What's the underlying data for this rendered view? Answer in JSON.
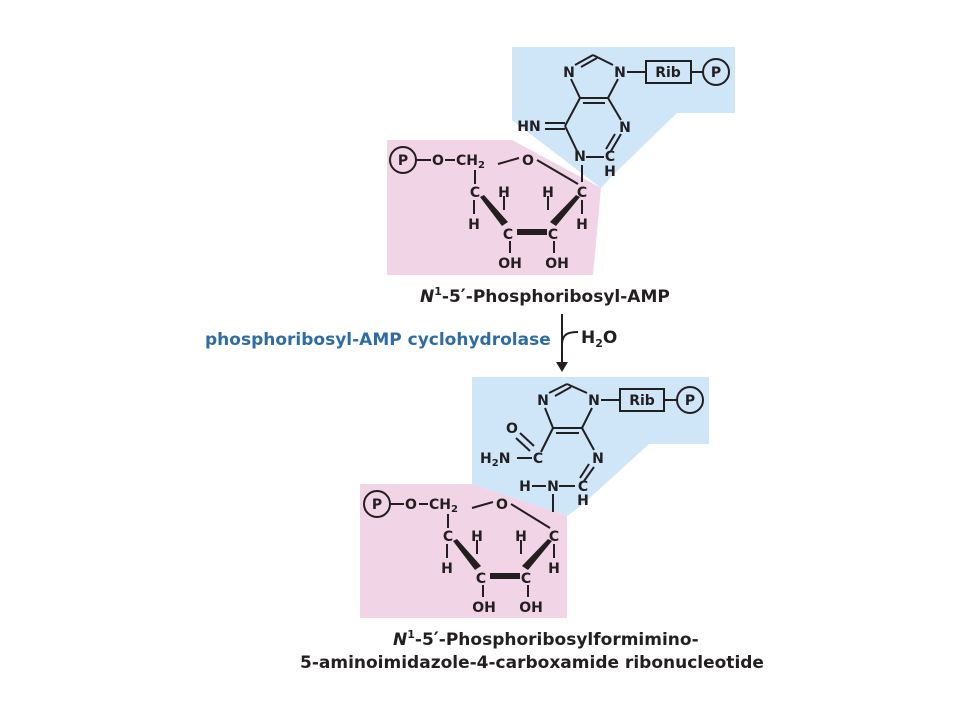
{
  "colors": {
    "base_region": "#cfe6f8",
    "sugar_region": "#f1d4e5",
    "enzyme_text": "#2e6da4",
    "ink": "#231f20"
  },
  "compound1": {
    "name_italic": "N",
    "name_sup1": "1",
    "name_dash": "-5",
    "name_prime": "′",
    "name_rest": "-Phosphoribosyl-AMP",
    "base": {
      "ring_N_top_left": "N",
      "ring_N_top_right": "N",
      "rib_label": "Rib",
      "phosphate_label": "P",
      "imino_group": "HN",
      "ring_N_right": "N",
      "ring_N_bottom": "N",
      "ring_C": "C",
      "ring_H": "H"
    },
    "sugar": {
      "phosphate_label": "P",
      "o_label": "O",
      "ch_label": "CH",
      "ch_sub": "2",
      "ring_o": "O",
      "c1": "C",
      "c2": "C",
      "c3": "C",
      "c4": "C",
      "h": "H",
      "oh": "OH"
    }
  },
  "reaction": {
    "enzyme": "phosphoribosyl-AMP cyclohydrolase",
    "water_h": "H",
    "water_sub": "2",
    "water_o": "O"
  },
  "compound2": {
    "name_italic": "N",
    "name_sup1": "1",
    "name_dash": "-5",
    "name_prime": "′",
    "name_rest": "-Phosphoribosylformimino-",
    "name_line2": "5-aminoimidazole-4-carboxamide ribonucleotide",
    "base": {
      "ring_N_top_left": "N",
      "ring_N_top_right": "N",
      "rib_label": "Rib",
      "phosphate_label": "P",
      "carbonyl_o": "O",
      "amide_h": "H",
      "amide_sub": "2",
      "amide_n": "N",
      "amide_c": "C",
      "imine_n": "N",
      "nh_h": "H",
      "nh_n": "N",
      "ring_C": "C",
      "ring_H": "H"
    },
    "sugar": {
      "phosphate_label": "P",
      "o_label": "O",
      "ch_label": "CH",
      "ch_sub": "2",
      "ring_o": "O",
      "c": "C",
      "h": "H",
      "oh": "OH"
    }
  }
}
